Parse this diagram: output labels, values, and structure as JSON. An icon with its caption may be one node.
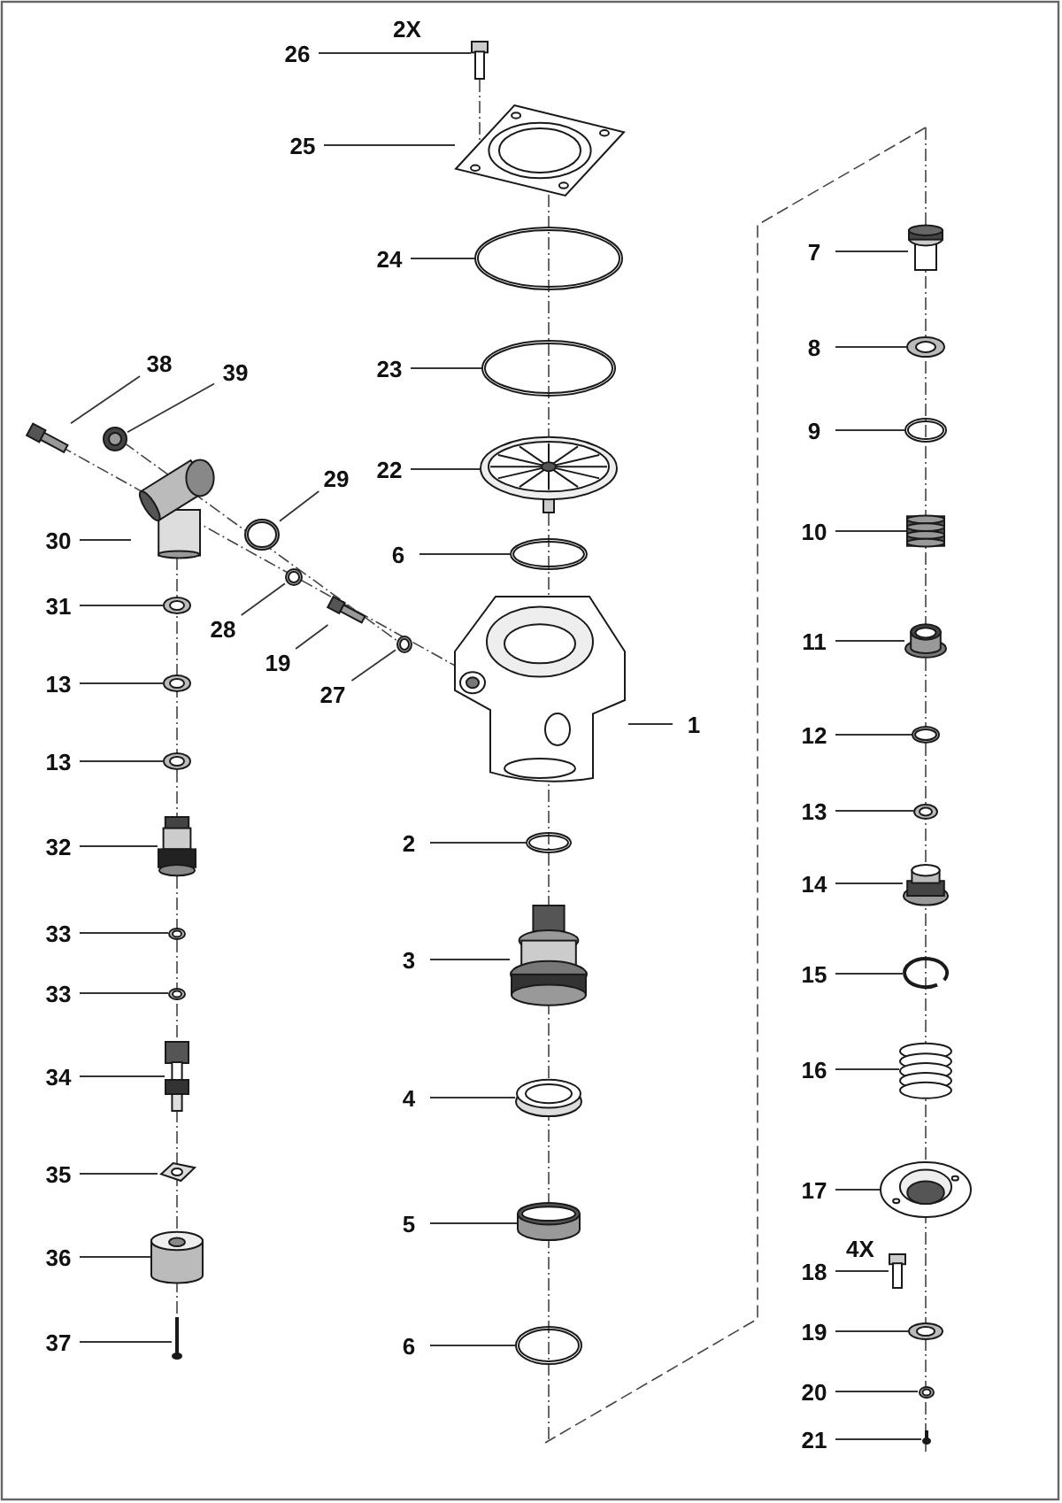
{
  "diagram": {
    "nodes": [
      {
        "text": [
          "26"
        ]
      },
      {
        "text": [],
        "shape": "picture"
      },
      {
        "text": [
          "25"
        ]
      },
      {
        "text": [],
        "shape": "picture"
      },
      {
        "text": [
          "24"
        ]
      },
      {
        "text": [],
        "shape": "picture"
      },
      {
        "text": [
          "23"
        ]
      },
      {
        "text": [],
        "shape": "picture"
      },
      {
        "text": [
          "22"
        ]
      },
      {
        "text": [],
        "shape": "picture"
      },
      {
        "text": [
          "6"
        ]
      },
      {
        "text": [],
        "shape": "picture"
      },
      {
        "text": [
          "1"
        ]
      },
      {
        "text": [],
        "shape": "picture"
      },
      {
        "text": [
          "2"
        ]
      },
      {
        "text": [],
        "shape": "picture"
      },
      {
        "text": [
          "3"
        ]
      },
      {
        "text": [],
        "shape": "picture"
      },
      {
        "text": [
          "4"
        ]
      },
      {
        "text": [],
        "shape": "picture"
      },
      {
        "text": [
          "5"
        ]
      },
      {
        "text": [],
        "shape": "cylinder"
      },
      {
        "text": [
          "6"
        ]
      },
      {
        "text": [],
        "shape": "picture"
      },
      {
        "text": [
          "38"
        ]
      },
      {
        "text": [],
        "shape": "picture"
      },
      {
        "text": [
          "39"
        ]
      },
      {
        "text": [],
        "shape": "picture"
      },
      {
        "text": [
          "29"
        ]
      },
      {
        "text": [],
        "shape": "circle"
      },
      {
        "text": [
          "30"
        ]
      },
      {
        "text": [],
        "shape": "picture"
      },
      {
        "text": [
          "28"
        ]
      },
      {
        "text": [],
        "shape": "circle"
      },
      {
        "text": [
          "19"
        ]
      },
      {
        "text": [],
        "shape": "picture"
      },
      {
        "text": [
          "27"
        ]
      },
      {
        "text": [],
        "shape": "circle"
      },
      {
        "text": [
          "31"
        ]
      },
      {
        "text": [],
        "shape": "picture"
      },
      {
        "text": [
          "13"
        ]
      },
      {
        "text": [],
        "shape": "picture"
      },
      {
        "text": [
          "13"
        ]
      },
      {
        "text": [],
        "shape": "picture"
      },
      {
        "text": [
          "32"
        ]
      },
      {
        "text": [],
        "shape": "picture"
      },
      {
        "text": [
          "33"
        ]
      },
      {
        "text": [],
        "shape": "picture"
      },
      {
        "text": [
          "33"
        ]
      },
      {
        "text": [],
        "shape": "picture"
      },
      {
        "text": [
          "34"
        ]
      },
      {
        "text": [],
        "shape": "picture"
      },
      {
        "text": [
          "35"
        ]
      },
      {
        "text": [],
        "shape": "picture"
      },
      {
        "text": [
          "36"
        ]
      },
      {
        "text": [],
        "shape": "cylinder"
      },
      {
        "text": [
          "37"
        ]
      },
      {
        "text": [],
        "shape": "picture"
      },
      {
        "text": [
          "7"
        ]
      },
      {
        "text": [],
        "shape": "picture"
      },
      {
        "text": [
          "8"
        ]
      },
      {
        "text": [],
        "shape": "picture"
      },
      {
        "text": [
          "9"
        ]
      },
      {
        "text": [],
        "shape": "picture"
      },
      {
        "text": [
          "10"
        ]
      },
      {
        "text": [],
        "shape": "picture"
      },
      {
        "text": [
          "11"
        ]
      },
      {
        "text": [],
        "shape": "cylinder"
      },
      {
        "text": [
          "12"
        ]
      },
      {
        "text": [],
        "shape": "circle"
      },
      {
        "text": [
          "13"
        ]
      },
      {
        "text": [],
        "shape": "picture"
      },
      {
        "text": [
          "14"
        ]
      },
      {
        "text": [],
        "shape": "picture"
      },
      {
        "text": [
          "15"
        ]
      },
      {
        "text": [],
        "shape": "picture"
      },
      {
        "text": [
          "16"
        ]
      },
      {
        "text": [],
        "shape": "picture"
      },
      {
        "text": [
          "17"
        ]
      },
      {
        "text": [],
        "shape": "picture"
      },
      {
        "text": [
          "18"
        ]
      },
      {
        "text": [],
        "shape": "picture"
      },
      {
        "text": [
          "19"
        ]
      },
      {
        "text": [],
        "shape": "picture"
      },
      {
        "text": [
          "20"
        ]
      },
      {
        "text": [],
        "shape": "picture"
      },
      {
        "text": [
          "21"
        ]
      },
      {
        "text": [],
        "shape": "picture"
      }
    ],
    "edges": [
      {
        "from": 0,
        "to": 1,
        "arrow": "none"
      },
      {
        "from": 2,
        "to": 3,
        "arrow": "none"
      },
      {
        "from": 4,
        "to": 5,
        "arrow": "none"
      },
      {
        "from": 6,
        "to": 7,
        "arrow": "none"
      },
      {
        "from": 8,
        "to": 9,
        "arrow": "none"
      },
      {
        "from": 10,
        "to": 11,
        "arrow": "none"
      },
      {
        "from": 12,
        "to": 13,
        "arrow": "none"
      },
      {
        "from": 14,
        "to": 15,
        "arrow": "none"
      },
      {
        "from": 16,
        "to": 17,
        "arrow": "none"
      },
      {
        "from": 18,
        "to": 19,
        "arrow": "none"
      },
      {
        "from": 20,
        "to": 21,
        "arrow": "none"
      },
      {
        "from": 22,
        "to": 23,
        "arrow": "none"
      },
      {
        "from": 24,
        "to": 25,
        "arrow": "none"
      },
      {
        "from": 26,
        "to": 27,
        "arrow": "none"
      },
      {
        "from": 28,
        "to": 29,
        "arrow": "none"
      },
      {
        "from": 30,
        "to": 31,
        "arrow": "none"
      },
      {
        "from": 32,
        "to": 33,
        "arrow": "none"
      },
      {
        "from": 34,
        "to": 35,
        "arrow": "none"
      },
      {
        "from": 36,
        "to": 37,
        "arrow": "none"
      },
      {
        "from": 38,
        "to": 39,
        "arrow": "none"
      },
      {
        "from": 40,
        "to": 41,
        "arrow": "none"
      },
      {
        "from": 42,
        "to": 43,
        "arrow": "none"
      },
      {
        "from": 44,
        "to": 45,
        "arrow": "none"
      },
      {
        "from": 46,
        "to": 47,
        "arrow": "none"
      },
      {
        "from": 48,
        "to": 49,
        "arrow": "none"
      },
      {
        "from": 50,
        "to": 51,
        "arrow": "none"
      },
      {
        "from": 52,
        "to": 53,
        "arrow": "none"
      },
      {
        "from": 54,
        "to": 55,
        "arrow": "none"
      },
      {
        "from": 56,
        "to": 57,
        "arrow": "none"
      },
      {
        "from": 58,
        "to": 59,
        "arrow": "none"
      },
      {
        "from": 60,
        "to": 61,
        "arrow": "none"
      },
      {
        "from": 62,
        "to": 63,
        "arrow": "none"
      },
      {
        "from": 64,
        "to": 65,
        "arrow": "none"
      },
      {
        "from": 66,
        "to": 67,
        "arrow": "none"
      },
      {
        "from": 68,
        "to": 69,
        "arrow": "none"
      },
      {
        "from": 70,
        "to": 71,
        "arrow": "none"
      },
      {
        "from": 72,
        "to": 73,
        "arrow": "none"
      },
      {
        "from": 74,
        "to": 75,
        "arrow": "none"
      },
      {
        "from": 76,
        "to": 77,
        "arrow": "none"
      },
      {
        "from": 78,
        "to": 79,
        "arrow": "none"
      },
      {
        "from": 80,
        "to": 81,
        "arrow": "none"
      },
      {
        "from": 82,
        "to": 83,
        "arrow": "none"
      },
      {
        "from": 84,
        "to": 85,
        "arrow": "none"
      },
      {
        "from": 86,
        "to": 87,
        "arrow": "none"
      }
    ],
    "labels": [
      "2X",
      "4X"
    ]
  }
}
